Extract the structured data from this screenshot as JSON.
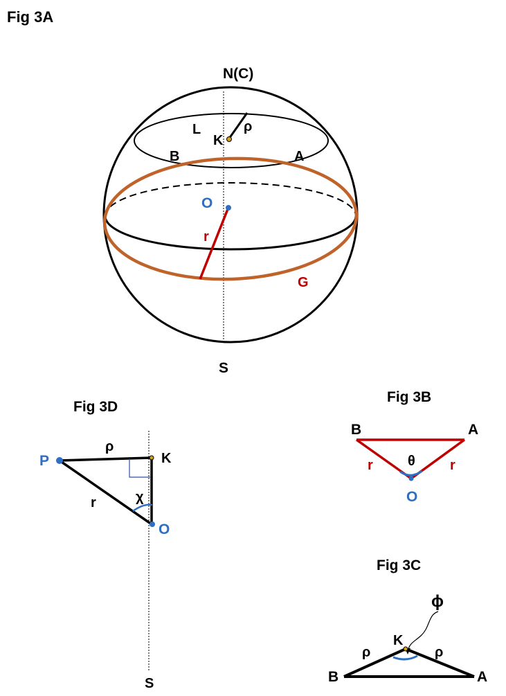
{
  "fig3a": {
    "title": "Fig 3A",
    "north": "N(C)",
    "south": "S",
    "L": "L",
    "K": "K",
    "rho": "ρ",
    "B": "B",
    "A": "A",
    "O": "O",
    "r": "r",
    "G": "G"
  },
  "fig3d": {
    "title": "Fig 3D",
    "P": "P",
    "rho": "ρ",
    "K": "K",
    "r": "r",
    "chi": "χ",
    "O": "O",
    "S": "S"
  },
  "fig3b": {
    "title": "Fig 3B",
    "B": "B",
    "A": "A",
    "r_left": "r",
    "r_right": "r",
    "theta": "θ",
    "O": "O"
  },
  "fig3c": {
    "title": "Fig 3C",
    "phi": "ϕ",
    "K": "K",
    "rho_left": "ρ",
    "rho_right": "ρ",
    "B": "B",
    "A": "A"
  },
  "colors": {
    "black": "#000000",
    "orange": "#c0632a",
    "red": "#c00000",
    "blue": "#2e6fc2",
    "point_yellow": "#d4a017"
  }
}
